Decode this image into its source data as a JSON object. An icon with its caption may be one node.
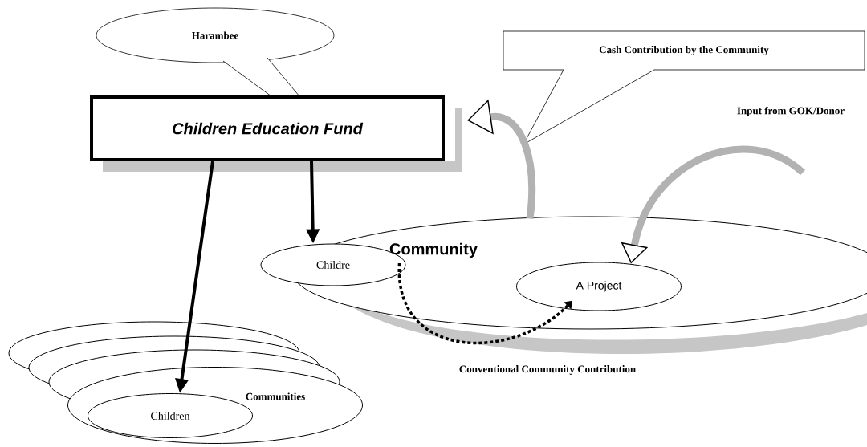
{
  "diagram": {
    "nodes": [
      {
        "text": [
          "Harambee"
        ]
      },
      {
        "text": [
          "Children Education Fund"
        ]
      },
      {
        "text": [
          "Cash Contribution by the Community"
        ]
      },
      {
        "text": [
          "Community"
        ]
      },
      {
        "text": [
          "Childre"
        ]
      },
      {
        "text": [
          "A Project"
        ],
        "in": 3
      },
      {
        "text": [
          "Communities"
        ]
      },
      {
        "text": [
          "Children"
        ],
        "in": 6
      }
    ],
    "edges": [
      {
        "from": 3,
        "to": 1,
        "arrow": "to",
        "style": "thick",
        "color": "#b2b2b2"
      },
      {
        "from": null,
        "to": 5,
        "arrow": "to",
        "style": "thick",
        "color": "#b2b2b2",
        "label": "Input from GOK/Donor"
      },
      {
        "from": 1,
        "to": 4,
        "arrow": "to"
      },
      {
        "from": 1,
        "to": 7,
        "arrow": "to"
      },
      {
        "from": 4,
        "to": 5,
        "arrow": "to",
        "style": "dashed",
        "label": "Conventional Community Contribution"
      }
    ]
  }
}
